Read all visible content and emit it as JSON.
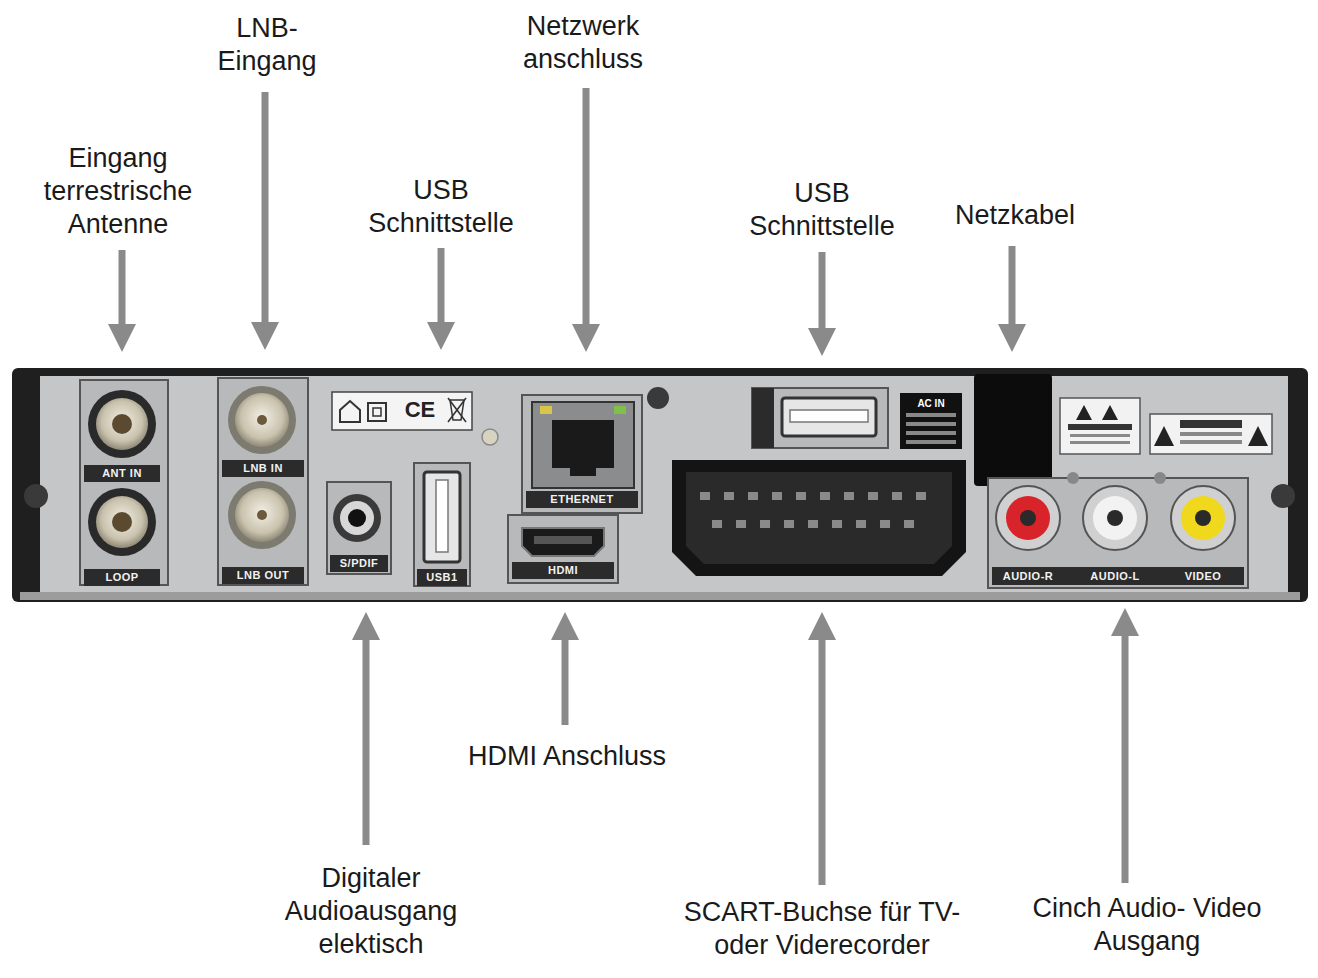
{
  "diagram": {
    "labels": [
      "Eingang terrestrische Antenne",
      "LNB- Eingang",
      "USB Schnittstelle",
      "Netzwerk anschluss",
      "USB Schnittstelle",
      "Netzkabel",
      "Digitaler Audioausgang elektisch",
      "HDMI Anschluss",
      "SCART-Buchse für TV- oder Viderecorder",
      "Cinch Audio- Video Ausgang",
      "ANT IN",
      "LOOP",
      "LNB IN",
      "LNB OUT",
      "S/PDIF",
      "USB1",
      "ETHERNET",
      "HDMI",
      "AC IN",
      "AUDIO-R",
      "AUDIO-L",
      "VIDEO",
      "CE"
    ]
  }
}
